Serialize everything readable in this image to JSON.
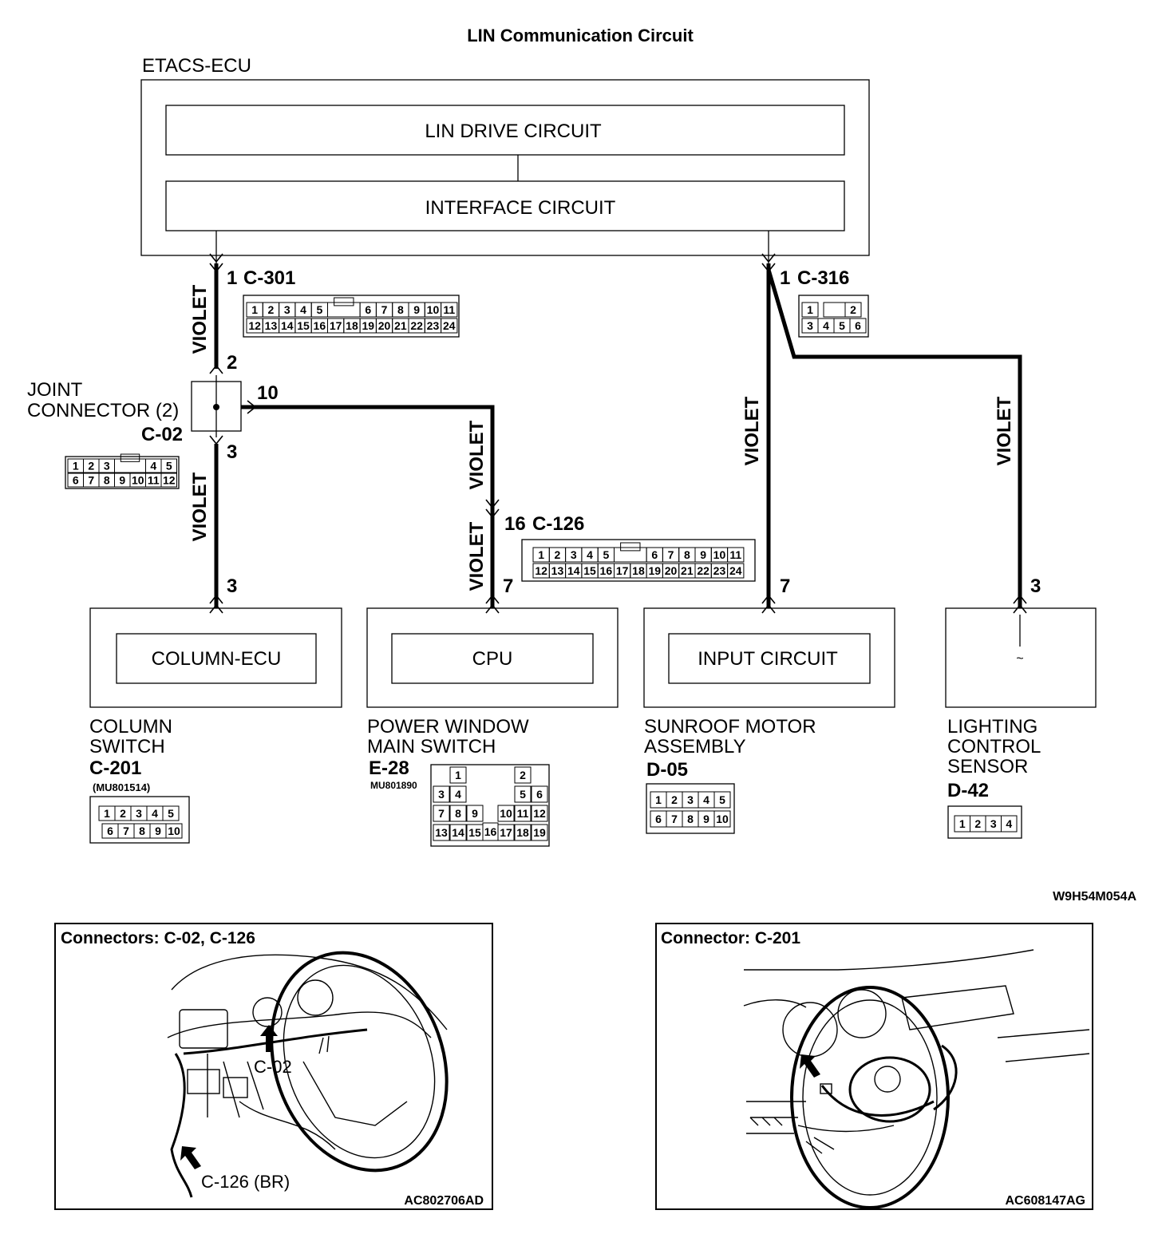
{
  "title": "LIN Communication Circuit",
  "etacs_label": "ETACS-ECU",
  "lin_drive_circuit": "LIN DRIVE CIRCUIT",
  "interface_circuit": "INTERFACE CIRCUIT",
  "wire_color": "VIOLET",
  "joint_connector": {
    "line1": "JOINT",
    "line2": "CONNECTOR (2)",
    "code": "C-02",
    "pin_in": "2",
    "pin_out": "3",
    "pin_side": "10",
    "pins_row1": [
      "1",
      "2",
      "3",
      "",
      "4",
      "5"
    ],
    "pins_row2": [
      "6",
      "7",
      "8",
      "9",
      "10",
      "11",
      "12"
    ]
  },
  "c301": {
    "pin": "1",
    "code": "C-301",
    "row1": [
      "1",
      "2",
      "3",
      "4",
      "5",
      "",
      "6",
      "7",
      "8",
      "9",
      "10",
      "11"
    ],
    "row2": [
      "12",
      "13",
      "14",
      "15",
      "16",
      "17",
      "18",
      "19",
      "20",
      "21",
      "22",
      "23",
      "24"
    ]
  },
  "c316": {
    "pin": "1",
    "code": "C-316",
    "row1": [
      "1",
      "",
      "2"
    ],
    "row2": [
      "3",
      "4",
      "5",
      "6"
    ]
  },
  "c126": {
    "pin": "16",
    "code": "C-126",
    "row1": [
      "1",
      "2",
      "3",
      "4",
      "5",
      "",
      "6",
      "7",
      "8",
      "9",
      "10",
      "11"
    ],
    "row2": [
      "12",
      "13",
      "14",
      "15",
      "16",
      "17",
      "18",
      "19",
      "20",
      "21",
      "22",
      "23",
      "24"
    ]
  },
  "column_switch": {
    "inner": "COLUMN-ECU",
    "line1": "COLUMN",
    "line2": "SWITCH",
    "code": "C-201",
    "part": "(MU801514)",
    "pin": "3",
    "row1": [
      "1",
      "2",
      "3",
      "4",
      "5"
    ],
    "row2": [
      "6",
      "7",
      "8",
      "9",
      "10"
    ]
  },
  "power_window": {
    "inner": "CPU",
    "line1": "POWER WINDOW",
    "line2": "MAIN SWITCH",
    "code": "E-28",
    "part": "MU801890",
    "pin": "7",
    "grid": [
      "1",
      "2",
      "3",
      "4",
      "5",
      "6",
      "7",
      "8",
      "9",
      "10",
      "11",
      "12",
      "13",
      "14",
      "15",
      "16",
      "17",
      "18",
      "19"
    ]
  },
  "sunroof": {
    "inner": "INPUT CIRCUIT",
    "line1": "SUNROOF MOTOR",
    "line2": "ASSEMBLY",
    "code": "D-05",
    "pin": "7",
    "row1": [
      "1",
      "2",
      "3",
      "4",
      "5"
    ],
    "row2": [
      "6",
      "7",
      "8",
      "9",
      "10"
    ]
  },
  "lighting": {
    "line1": "LIGHTING",
    "line2": "CONTROL",
    "line3": "SENSOR",
    "code": "D-42",
    "pin": "3",
    "pins": [
      "1",
      "2",
      "3",
      "4"
    ]
  },
  "diagram_code": "W9H54M054A",
  "panel_left": {
    "title": "Connectors: C-02, C-126",
    "c02": "C-02",
    "c126": "C-126 (BR)",
    "code": "AC802706AD"
  },
  "panel_right": {
    "title": "Connector: C-201",
    "code": "AC608147AG"
  }
}
